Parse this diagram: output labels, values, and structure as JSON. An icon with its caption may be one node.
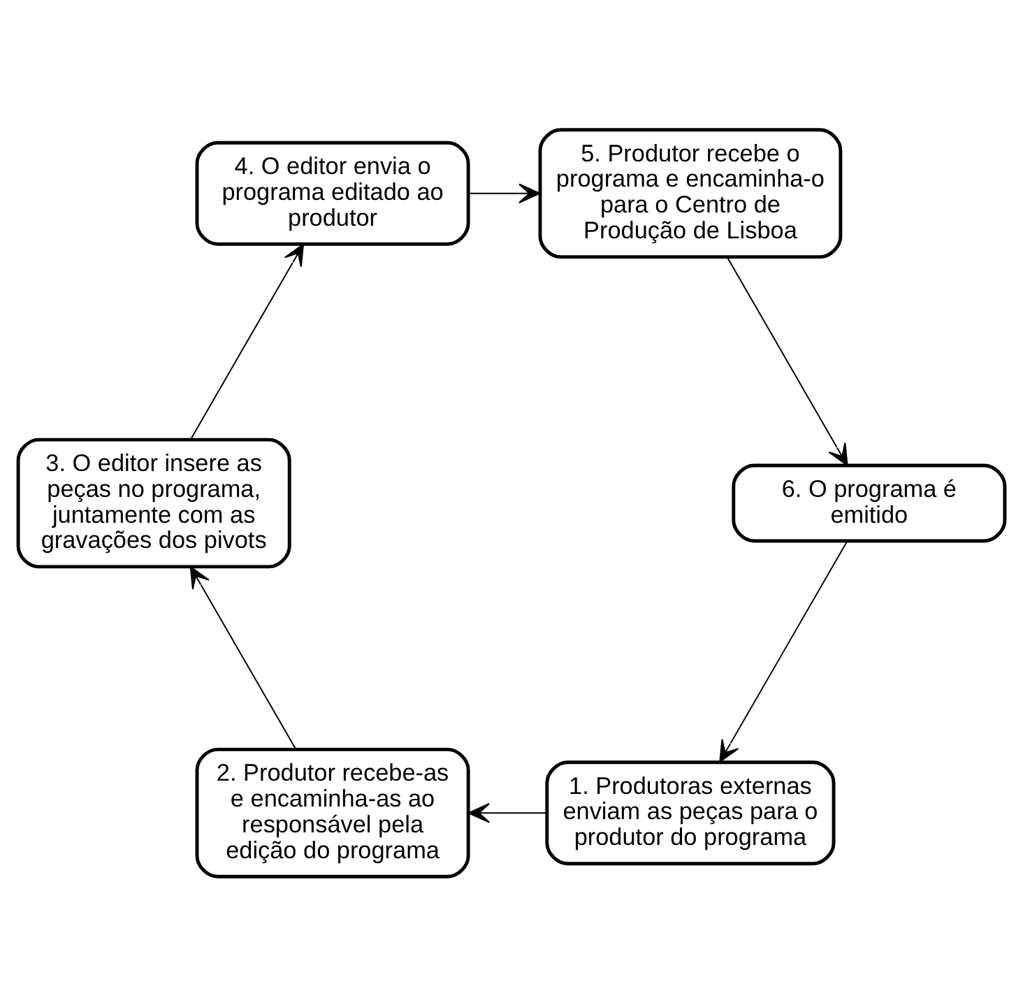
{
  "diagram": {
    "nodes": [
      {
        "text": [
          "1. Produtoras externas enviam as peças para o produtor do programa"
        ]
      },
      {
        "text": [
          "2. Produtor recebe-as e encaminha-as ao responsável pela edição do programa"
        ]
      },
      {
        "text": [
          "3. O editor insere as peças no programa, juntamente com as gravações dos pivots"
        ]
      },
      {
        "text": [
          "4. O editor envia o programa editado ao produtor"
        ]
      },
      {
        "text": [
          "5. Produtor recebe o programa e encaminha-o para o Centro de Produção de Lisboa"
        ]
      },
      {
        "text": [
          "6. O programa é emitido"
        ]
      }
    ],
    "edges": [
      {
        "from": 0,
        "to": 1,
        "arrow": "to"
      },
      {
        "from": 1,
        "to": 2,
        "arrow": "to"
      },
      {
        "from": 2,
        "to": 3,
        "arrow": "to"
      },
      {
        "from": 3,
        "to": 4,
        "arrow": "to"
      },
      {
        "from": 4,
        "to": 5,
        "arrow": "to"
      },
      {
        "from": 5,
        "to": 0,
        "arrow": "to"
      }
    ]
  }
}
